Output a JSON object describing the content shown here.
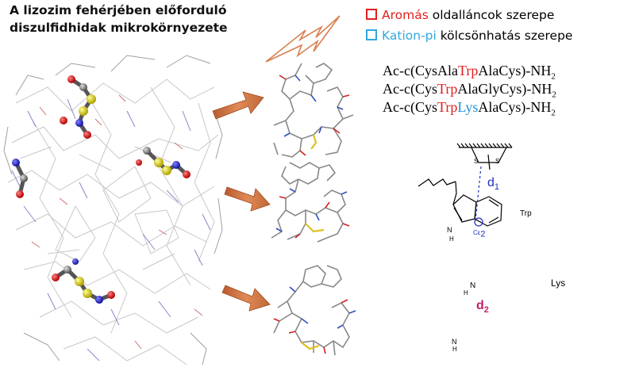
{
  "title": {
    "line1": "A lizozim fehérjében előforduló",
    "line2": "diszulfidhidak mikrokörnyezete"
  },
  "legend": [
    {
      "part1": "Aromás",
      "part2": " oldalláncok szerepe",
      "color": "#e02020"
    },
    {
      "part1": "Kation-pi",
      "part2": " kölcsönhatás szerepe",
      "color": "#30a8e0"
    }
  ],
  "formulas": [
    {
      "pre": "Ac-c(CysAla",
      "red": "Trp",
      "mid": "AlaCys)-NH",
      "blue": "",
      "post": "",
      "sub": "2"
    },
    {
      "pre": "Ac-c(Cys",
      "red": "Trp",
      "mid": "AlaGlyCys)-NH",
      "blue": "",
      "post": "",
      "sub": "2"
    },
    {
      "pre": "Ac-c(Cys",
      "red": "Trp",
      "mid": "",
      "blue": "Lys",
      "post": "AlaCys)-NH",
      "sub": "2"
    }
  ],
  "diagram1": {
    "d_label": "d",
    "d_sub": "1",
    "residue": "Trp",
    "s_label": "S",
    "nh": "N",
    "h": "H",
    "ce": "Cε",
    "ce_sub": "2"
  },
  "diagram2": {
    "d_label": "d",
    "d_sub": "2",
    "residue": "Lys",
    "nh": "N",
    "h": "H",
    "hn": "H",
    "nplus": "N"
  },
  "colors": {
    "arrow": "#c8683a",
    "red": "#e02020",
    "blue": "#2090d0",
    "d1": "#2030c0",
    "d2": "#c0206a"
  }
}
